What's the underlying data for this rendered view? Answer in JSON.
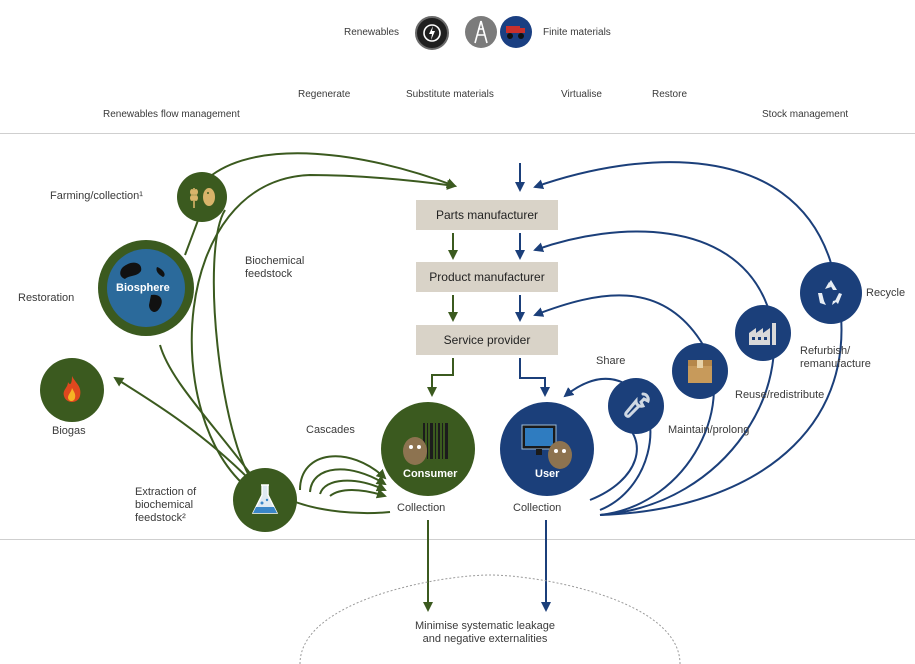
{
  "header": {
    "renewables": "Renewables",
    "finite": "Finite materials",
    "regenerate": "Regenerate",
    "substitute": "Substitute materials",
    "virtualise": "Virtualise",
    "restore": "Restore",
    "renewables_flow": "Renewables flow management",
    "stock_management": "Stock management"
  },
  "chain": {
    "parts": "Parts manufacturer",
    "product": "Product manufacturer",
    "service": "Service provider"
  },
  "bio": {
    "farming": "Farming/collection¹",
    "biochemical_feedstock": "Biochemical feedstock",
    "restoration": "Restoration",
    "biosphere": "Biosphere",
    "biogas": "Biogas",
    "cascades": "Cascades",
    "extraction": "Extraction of biochemical feedstock²",
    "consumer": "Consumer",
    "collection_left": "Collection"
  },
  "tech": {
    "share": "Share",
    "maintain": "Maintain/prolong",
    "reuse": "Reuse/redistribute",
    "refurbish": "Refurbish/ remanufacture",
    "recycle": "Recycle",
    "user": "User",
    "collection_right": "Collection"
  },
  "footer": {
    "leakage": "Minimise systematic leakage and negative externalities"
  },
  "colors": {
    "green": "#3b5a1f",
    "green_dark": "#2d4716",
    "blue": "#1b3f7a",
    "blue_mid": "#204b8e",
    "box": "#d9d3c8"
  }
}
